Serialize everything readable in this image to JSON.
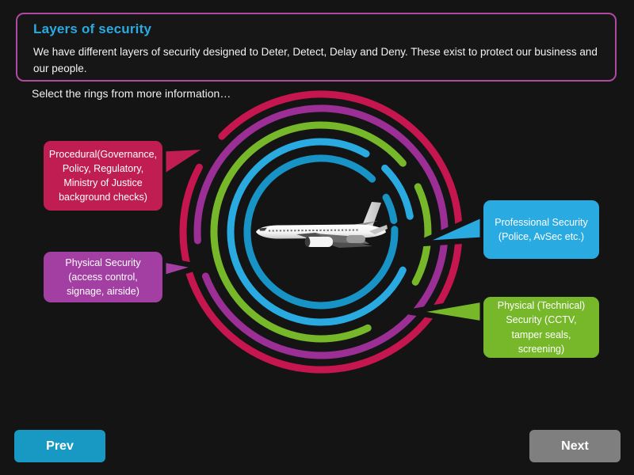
{
  "header": {
    "title": "Layers of security",
    "body": "We have different layers of security designed to Deter, Detect, Delay and Deny. These exist to protect our business and our people.",
    "border_color": "#ae4aa0",
    "title_color": "#29abe2"
  },
  "instruction": "Select the rings from more information…",
  "rings": [
    {
      "name": "outer-procedural-ring",
      "color": "#c5164f",
      "radius": 174
    },
    {
      "name": "physical-security-ring",
      "color": "#9b2f96",
      "radius": 156
    },
    {
      "name": "technical-security-ring",
      "color": "#77b82a",
      "radius": 135
    },
    {
      "name": "professional-security-ring",
      "color": "#29abe2",
      "radius": 114
    },
    {
      "name": "inner-ring",
      "color": "#1793c6",
      "radius": 93
    }
  ],
  "callouts": [
    {
      "id": "procedural",
      "label": "Procedural(Governance, Policy, Regulatory, Ministry of Justice background checks)",
      "color": "#c01e52"
    },
    {
      "id": "physical",
      "label": "Physical Security (access control, signage, airside)",
      "color": "#a33fa3"
    },
    {
      "id": "professional",
      "label": "Professional Security (Police, AvSec etc.)",
      "color": "#29abe2"
    },
    {
      "id": "technical",
      "label": "Physical (Technical) Security (CCTV, tamper seals, screening)",
      "color": "#77b82a"
    }
  ],
  "center_image": "airplane",
  "buttons": {
    "prev": "Prev",
    "next": "Next",
    "prev_color": "#1799c4",
    "next_color": "#7f7f7f"
  },
  "background_color": "#141414"
}
